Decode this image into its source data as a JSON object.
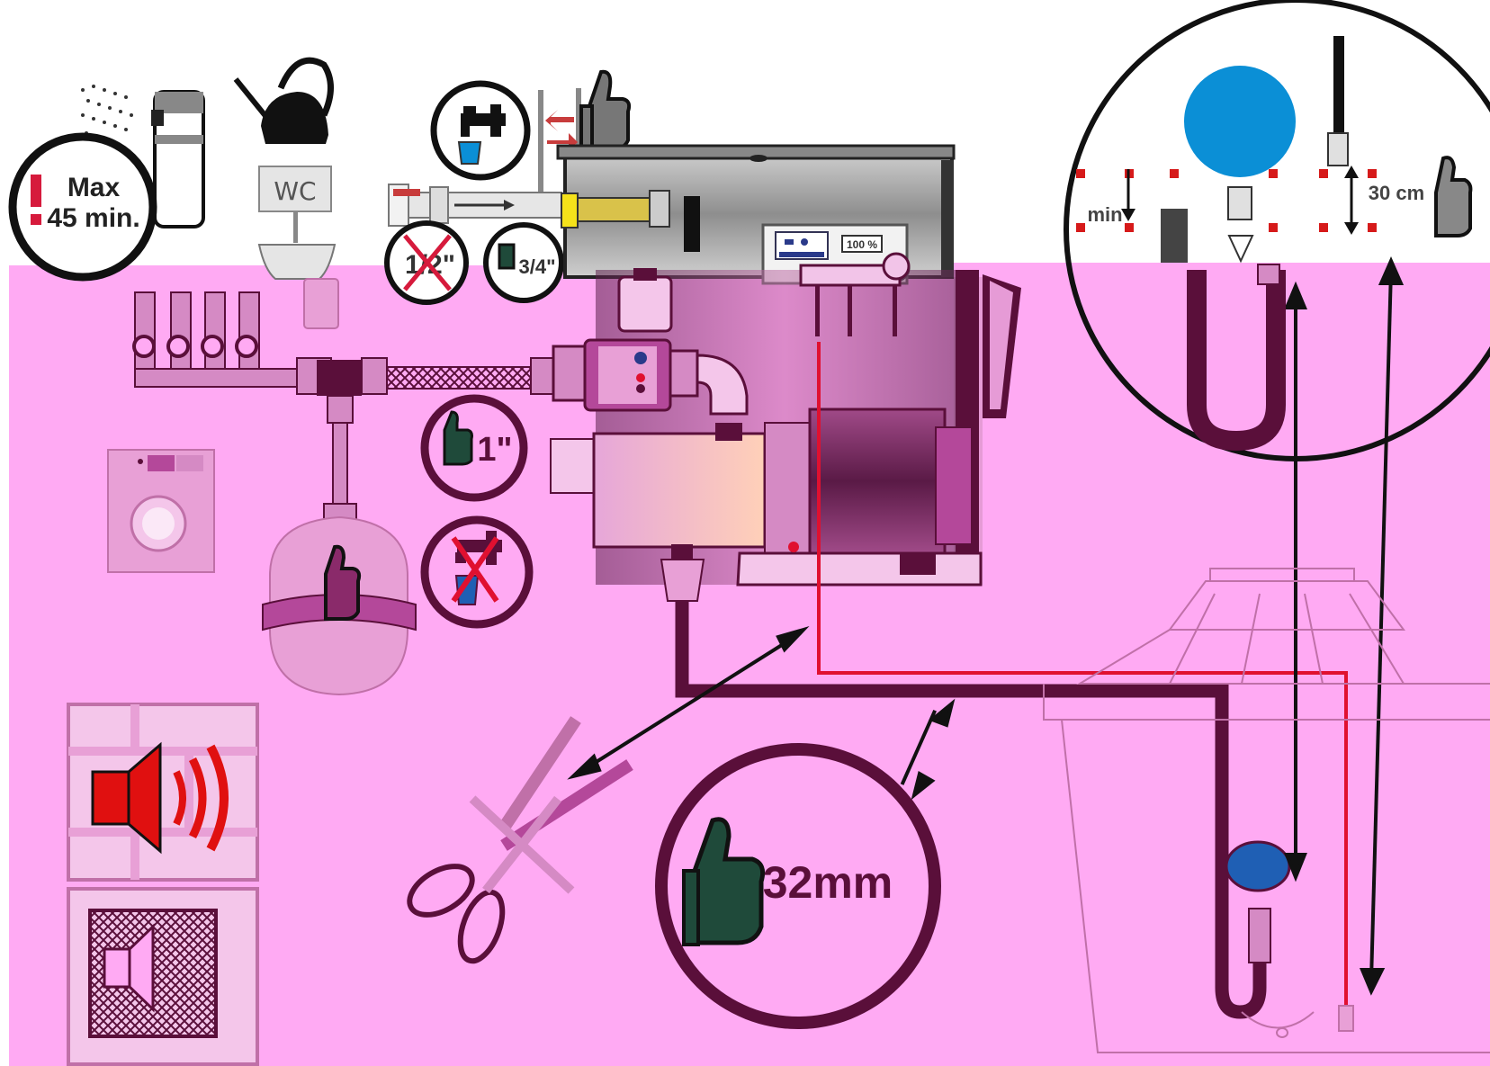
{
  "labels": {
    "max_time_line1": "Max",
    "max_time_line2": "45 min.",
    "exclamation": "!",
    "wc": "WC",
    "fitting_half_inch": "1/2\"",
    "fitting_three_quarter": "3/4\"",
    "fitting_one_inch": "1\"",
    "controller_percent": "100 %",
    "float_min": "min",
    "float_distance": "30 cm",
    "pipe_diameter": "32mm"
  },
  "icons": {
    "thumbs_up": "thumbs-up-icon",
    "tap": "tap-icon",
    "tap_forbidden": "tap-crossed-icon",
    "speaker_loud": "speaker-loud-icon",
    "speaker_muted": "speaker-muted-icon",
    "scissors_forbidden": "scissors-crossed-icon",
    "shower": "shower-icon",
    "watering_can": "watering-can-icon",
    "toilet": "toilet-icon",
    "washing_machine": "washing-machine-icon",
    "float_ball": "float-switch-icon"
  },
  "colors": {
    "overlay_bg": "#ffaaf3",
    "pipe": "#5a0f3a",
    "cable": "#e01030",
    "accent_blue": "#0b8fd6",
    "thumb_green": "#1f4a3a",
    "thumb_grey": "#8a8a8a",
    "alarm_red": "#e01010"
  }
}
